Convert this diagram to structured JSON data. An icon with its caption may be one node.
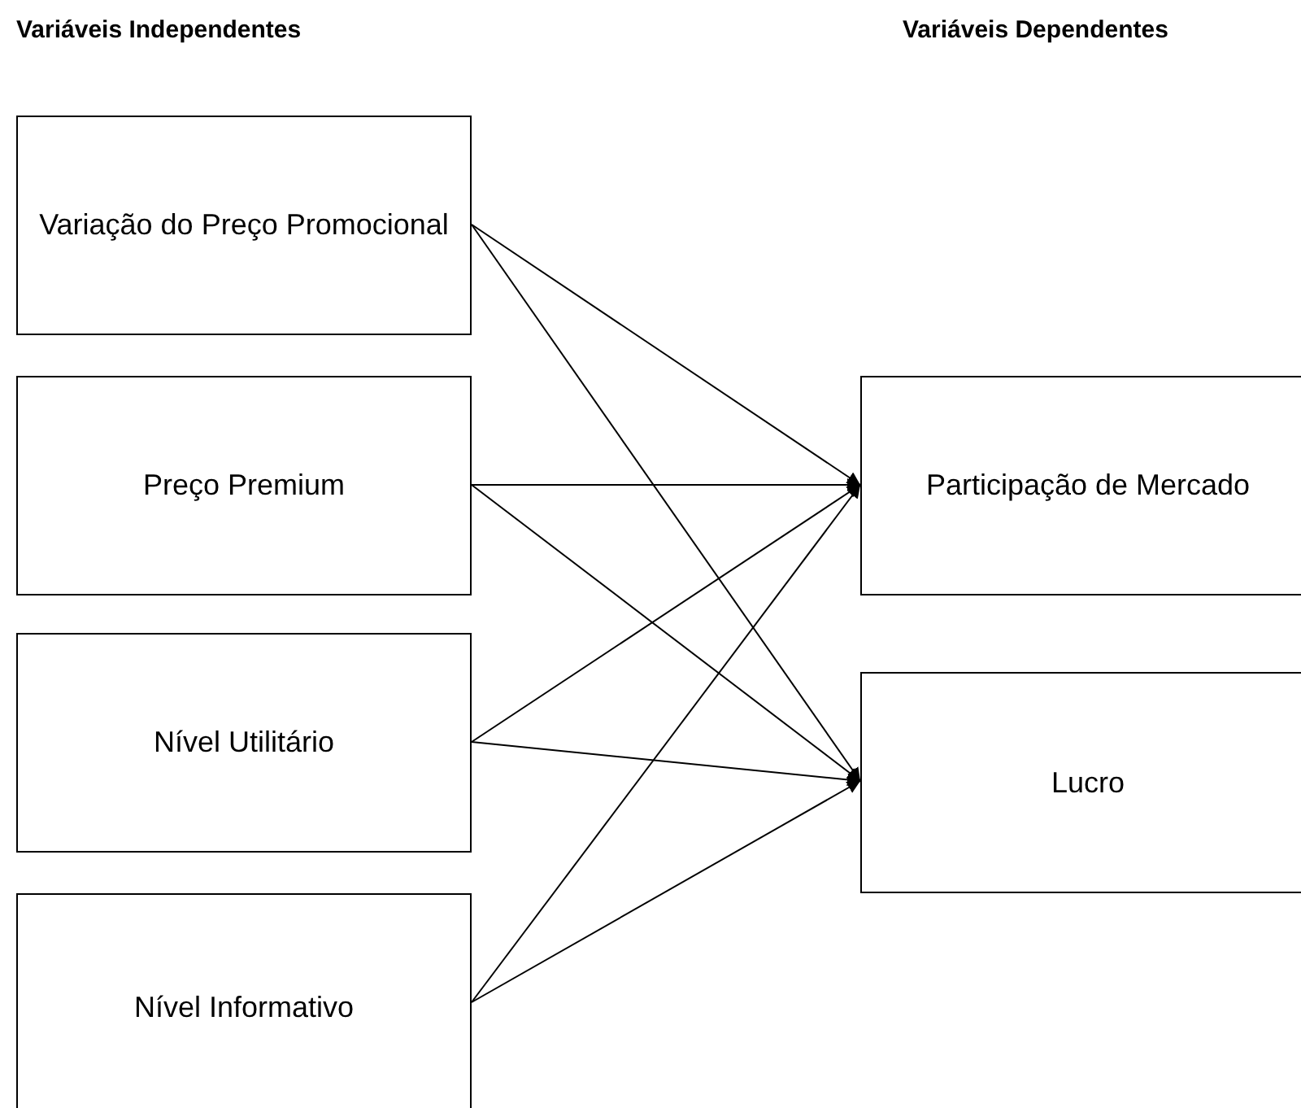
{
  "diagram": {
    "nodes": [
      {
        "text": [
          "Variação do Preço Promocional"
        ]
      },
      {
        "text": [
          "Preço Premium"
        ]
      },
      {
        "text": [
          "Nível Utilitário"
        ]
      },
      {
        "text": [
          "Nível Informativo"
        ]
      },
      {
        "text": [
          "Participação de Mercado"
        ]
      },
      {
        "text": [
          "Lucro"
        ]
      }
    ],
    "edges": [
      {
        "from": 0,
        "to": 4,
        "arrow": "to"
      },
      {
        "from": 0,
        "to": 5,
        "arrow": "to"
      },
      {
        "from": 1,
        "to": 4,
        "arrow": "to"
      },
      {
        "from": 1,
        "to": 5,
        "arrow": "to"
      },
      {
        "from": 2,
        "to": 4,
        "arrow": "to"
      },
      {
        "from": 2,
        "to": 5,
        "arrow": "to"
      },
      {
        "from": 3,
        "to": 4,
        "arrow": "to"
      },
      {
        "from": 3,
        "to": 5,
        "arrow": "to"
      }
    ],
    "labels": [
      "Variáveis Independentes",
      "Variáveis Dependentes"
    ]
  }
}
